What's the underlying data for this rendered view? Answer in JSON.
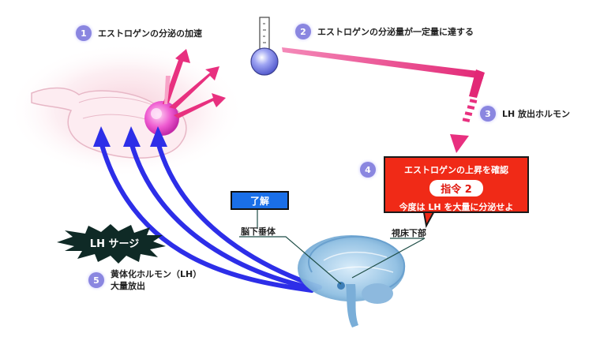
{
  "steps": [
    {
      "num": "1",
      "text": "エストロゲンの分泌の加速"
    },
    {
      "num": "2",
      "text": "エストロゲンの分泌量が一定量に達する"
    },
    {
      "num": "3",
      "text": "LH 放出ホルモン"
    },
    {
      "num": "4"
    },
    {
      "num": "5",
      "line1": "黄体化ホルモン（LH）",
      "line2": "大量放出"
    }
  ],
  "callout": {
    "line1": "エストロゲンの上昇を確認",
    "badge": "指令 2",
    "line2": "今度は LH を大量に分泌せよ"
  },
  "pituitary": {
    "reply": "了解",
    "label": "脳下垂体"
  },
  "hypothalamus": {
    "label": "視床下部"
  },
  "surge": {
    "label": "LH サージ"
  },
  "colors": {
    "step_circle": "#8a86e0",
    "arrow_pink": "#e8307f",
    "arrow_blue": "#2d2ee8",
    "callout_red": "#f02a17",
    "reply_blue": "#1a6fe8",
    "surge_dark": "#0f2a26"
  }
}
